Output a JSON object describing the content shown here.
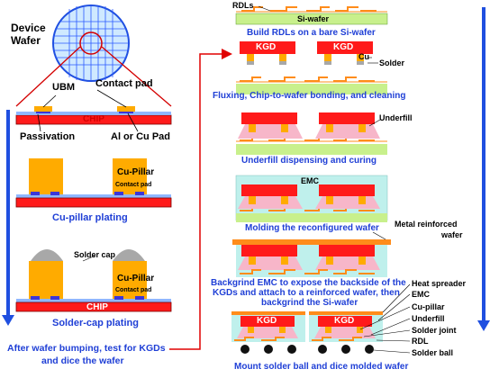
{
  "left": {
    "device_wafer": "Device\nWafer",
    "ubm": "UBM",
    "contact_pad": "Contact pad",
    "passivation": "Passivation",
    "al_cu_pad": "Al or Cu Pad",
    "chip_label": "CHIP",
    "cu_pillar": "Cu-Pillar",
    "contact_pad_small": "Contact pad",
    "caption_cu_pillar": "Cu-pillar plating",
    "solder_cap": "Solder cap",
    "cu_pillar_2": "Cu-Pillar",
    "contact_pad_small_2": "Contact pad",
    "chip_label_2": "CHIP",
    "caption_solder_cap": "Solder-cap plating",
    "caption_bump_test_1": "After wafer bumping, test for KGDs",
    "caption_bump_test_2": "and dice the wafer"
  },
  "right": {
    "rdls": "RDLs",
    "si_wafer": "Si-wafer",
    "caption_1": "Build RDLs on a bare Si-wafer",
    "kgd_a": "KGD",
    "kgd_b": "KGD",
    "cu": "Cu",
    "solder": "Solder",
    "caption_2": "Fluxing, Chip-to-wafer bonding, and cleaning",
    "underfill": "Underfill",
    "caption_3": "Underfill dispensing and curing",
    "emc": "EMC",
    "caption_4": "Molding the reconfigured wafer",
    "metal_wafer_1": "Metal reinforced",
    "metal_wafer_2": "wafer",
    "caption_5_1": "Backgrind EMC to expose the backside of the",
    "caption_5_2": "KGDs and attach to a reinforced wafer, then",
    "caption_5_3": "backgrind the Si-wafer",
    "kgd_c": "KGD",
    "kgd_d": "KGD",
    "legend": [
      "Heat spreader",
      "EMC",
      "Cu-pillar",
      "Underfill",
      "Solder joint",
      "RDL",
      "Solder ball"
    ],
    "caption_6": "Mount solder ball and dice molded wafer"
  },
  "colors": {
    "flow_blue": "#1f4fe0",
    "chip_red": "#ff1a1a",
    "pillar_orange": "#ffab00",
    "si_green": "#c8f08c",
    "emc_cyan": "#bff0ec",
    "underfill_pink": "#f7b6c9",
    "pad_blue": "#3c36d8",
    "metal_orange": "#ff8c1a",
    "solder_grey": "#a8a8a8"
  }
}
